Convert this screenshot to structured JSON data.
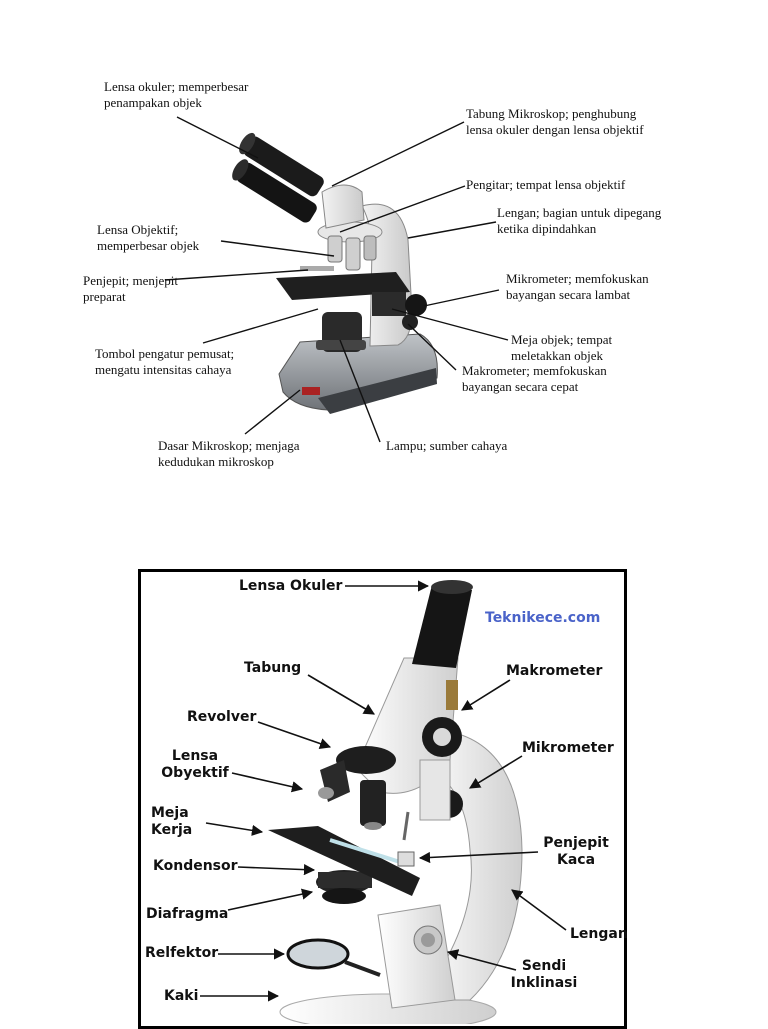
{
  "diagram1": {
    "labels": [
      {
        "id": "lensa-okuler",
        "lines": [
          "Lensa okuler; memperbesar",
          "penampakan objek"
        ]
      },
      {
        "id": "tabung",
        "lines": [
          "Tabung Mikroskop; penghubung",
          "lensa okuler dengan lensa objektif"
        ]
      },
      {
        "id": "pengitar",
        "lines": [
          "Pengitar; tempat lensa objektif"
        ]
      },
      {
        "id": "lengan",
        "lines": [
          "Lengan; bagian untuk dipegang",
          "ketika dipindahkan"
        ]
      },
      {
        "id": "lensa-objektif",
        "lines": [
          "Lensa Objektif;",
          "memperbesar objek"
        ]
      },
      {
        "id": "penjepit",
        "lines": [
          "Penjepit; menjepit",
          "preparat"
        ]
      },
      {
        "id": "mikrometer",
        "lines": [
          "Mikrometer; memfokuskan",
          "bayangan secara lambat"
        ]
      },
      {
        "id": "meja-objek",
        "lines": [
          "Meja objek; tempat",
          "meletakkan objek"
        ]
      },
      {
        "id": "tombol",
        "lines": [
          "Tombol pengatur pemusat;",
          "mengatu intensitas cahaya"
        ]
      },
      {
        "id": "makrometer",
        "lines": [
          "Makrometer; memfokuskan",
          "bayangan secara cepat"
        ]
      },
      {
        "id": "dasar",
        "lines": [
          "Dasar Mikroskop; menjaga",
          "kedudukan mikroskop"
        ]
      },
      {
        "id": "lampu",
        "lines": [
          "Lampu; sumber cahaya"
        ]
      }
    ]
  },
  "diagram2": {
    "watermark": "Teknikece.com",
    "labels": [
      {
        "id": "lensa-okuler",
        "lines": [
          "Lensa Okuler"
        ]
      },
      {
        "id": "tabung",
        "lines": [
          "Tabung"
        ]
      },
      {
        "id": "makrometer",
        "lines": [
          "Makrometer"
        ]
      },
      {
        "id": "revolver",
        "lines": [
          "Revolver"
        ]
      },
      {
        "id": "lensa-obyektif",
        "lines": [
          "Lensa",
          "Obyektif"
        ]
      },
      {
        "id": "mikrometer",
        "lines": [
          "Mikrometer"
        ]
      },
      {
        "id": "meja-kerja",
        "lines": [
          "Meja",
          "Kerja"
        ]
      },
      {
        "id": "penjepit-kaca",
        "lines": [
          "Penjepit",
          "Kaca"
        ]
      },
      {
        "id": "kondensor",
        "lines": [
          "Kondensor"
        ]
      },
      {
        "id": "diafragma",
        "lines": [
          "Diafragma"
        ]
      },
      {
        "id": "lengan",
        "lines": [
          "Lengan"
        ]
      },
      {
        "id": "relfektor",
        "lines": [
          "Relfektor"
        ]
      },
      {
        "id": "sendi-inklinasi",
        "lines": [
          "Sendi",
          "Inklinasi"
        ]
      },
      {
        "id": "kaki",
        "lines": [
          "Kaki"
        ]
      }
    ]
  }
}
